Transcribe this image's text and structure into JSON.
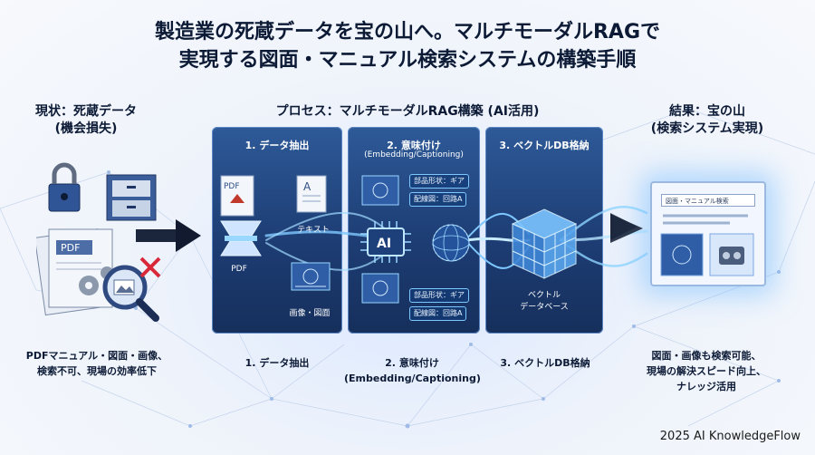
{
  "title": {
    "line1": "製造業の死蔵データを宝の山へ。マルチモーダルRAGで",
    "line2": "実現する図面・マニュアル検索システムの構築手順"
  },
  "left": {
    "heading1": "現状：死蔵データ",
    "heading2": "(機会損失)",
    "pdf_label": "PDF",
    "bottom1": "PDFマニュアル・図面・画像、",
    "bottom2": "検索不可、現場の効率低下"
  },
  "center": {
    "heading": "プロセス：マルチモーダルRAG構築 (AI活用)",
    "step1": {
      "title": "1. データ抽出",
      "pdf_icon": "PDF",
      "text_label": "テキスト",
      "pdf_label": "PDF",
      "image_label": "画像・図面"
    },
    "step2": {
      "title": "2. 意味付け",
      "subtitle": "(Embedding/Captioning)",
      "tag1": "部品形状：ギア",
      "tag2": "配線図：回路A",
      "tag3": "部品形状：ギア",
      "tag4": "配線図：回路A",
      "chip": "AI"
    },
    "step3": {
      "title": "3. ベクトルDB格納",
      "db_label1": "ベクトル",
      "db_label2": "データベース"
    },
    "bottom": {
      "s1": "1. データ抽出",
      "s2a": "2. 意味付け",
      "s2b": "(Embedding/Captioning)",
      "s3": "3. ベクトルDB格納"
    }
  },
  "right": {
    "heading1": "結果：宝の山",
    "heading2": "(検索システム実現)",
    "search_text": "図面・マニュアル検索",
    "bottom1": "図面・画像も検索可能、",
    "bottom2": "現場の解決スピード向上、",
    "bottom3": "ナレッジ活用"
  },
  "footer": "2025 AI KnowledgeFlow",
  "colors": {
    "panel_top": "#2e5a98",
    "panel_bottom": "#162f5c",
    "accent_glow": "#7ec8ff",
    "arrow_dark": "#111a2e"
  },
  "icons": [
    "lock-icon",
    "file-cabinet-icon",
    "document-stack-icon",
    "gear-icon",
    "magnifier-icon",
    "cross-icon",
    "pdf-icon",
    "text-document-icon",
    "scanner-icon",
    "blueprint-icon",
    "ai-chip-icon",
    "neural-sphere-icon",
    "vector-cube-icon",
    "engine-icon",
    "search-screen-icon"
  ]
}
